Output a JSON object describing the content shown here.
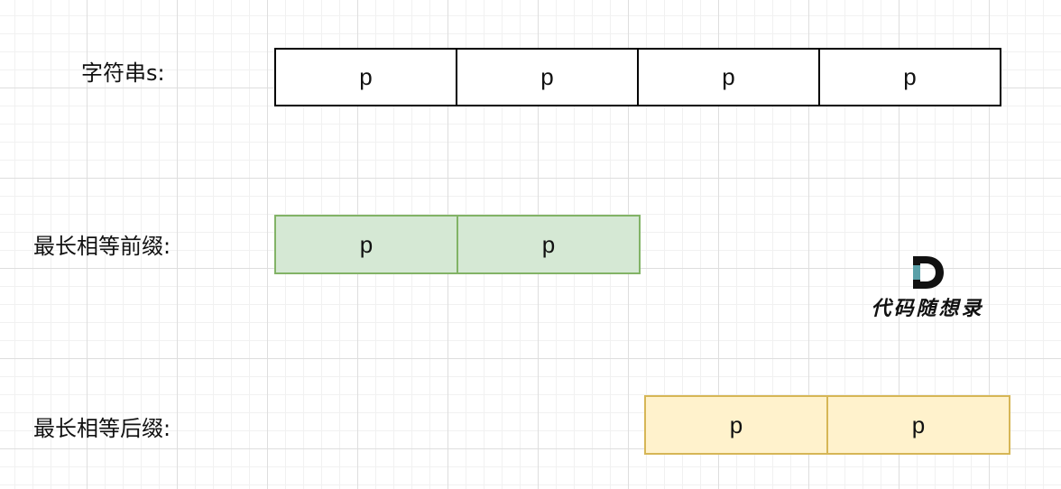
{
  "rows": [
    {
      "label": "字符串s:",
      "cells": [
        "p",
        "p",
        "p",
        "p"
      ]
    },
    {
      "label": "最长相等前缀:",
      "cells": [
        "p",
        "p"
      ]
    },
    {
      "label": "最长相等后缀:",
      "cells": [
        "p",
        "p"
      ]
    }
  ],
  "watermark": {
    "text": "代码随想录"
  },
  "colors": {
    "prefix_fill": "#d5e8d4",
    "prefix_border": "#82b366",
    "suffix_fill": "#fff2cc",
    "suffix_border": "#d6b656",
    "logo_accent": "#5aa0a8"
  }
}
